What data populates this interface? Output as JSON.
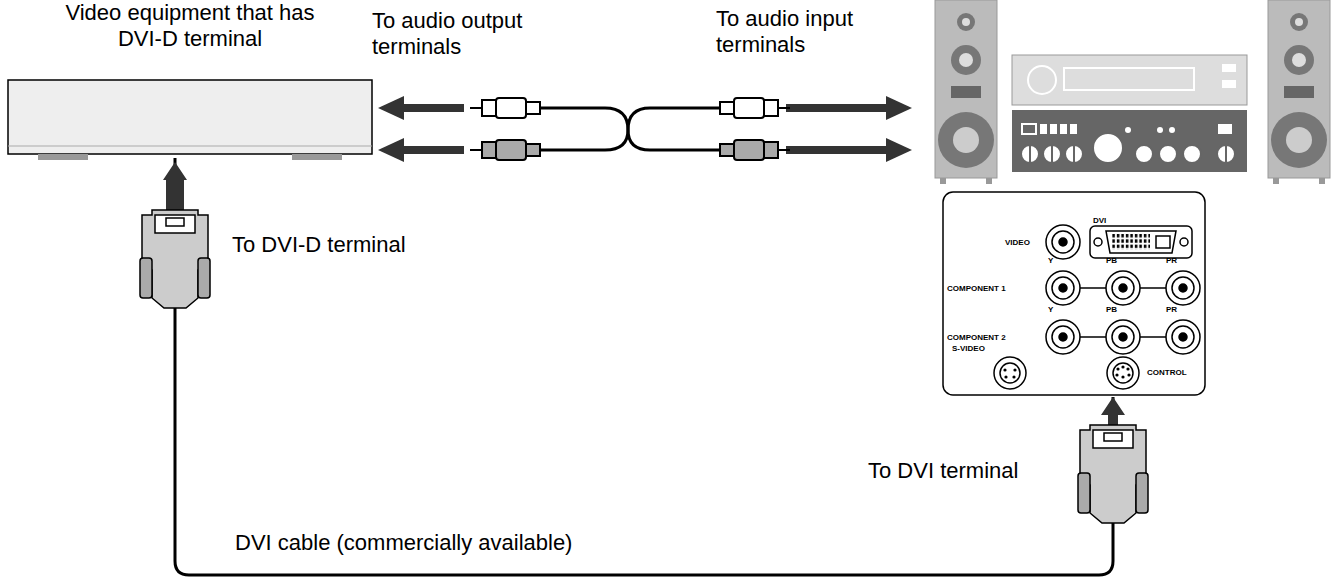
{
  "diagram": {
    "nodes": [
      {
        "text": [
          "Video equipment that has DVI-D terminal"
        ]
      },
      {
        "text": [
          "VIDEO",
          "DVI",
          "Y",
          "PB",
          "PR",
          "COMPONENT 1",
          "Y",
          "PB",
          "PR",
          "COMPONENT 2",
          "S-VIDEO",
          "CONTROL"
        ]
      }
    ],
    "edges": [
      {
        "from": 0,
        "to": 1,
        "label": "DVI cable (commercially available)",
        "arrow": "both"
      }
    ],
    "labels": [
      "To audio output terminals",
      "To audio input terminals",
      "To DVI-D terminal",
      "To DVI terminal"
    ]
  }
}
